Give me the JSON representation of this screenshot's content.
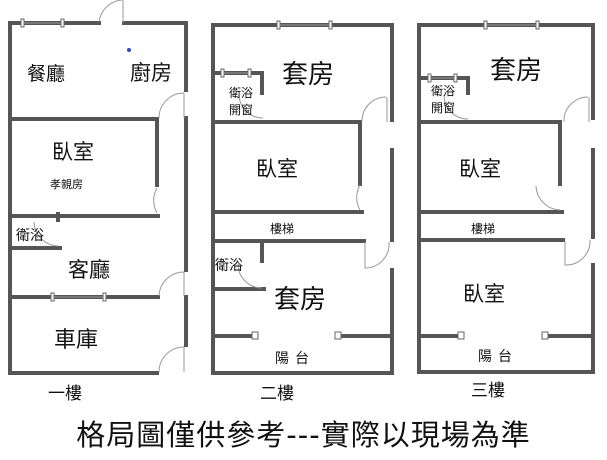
{
  "floors": [
    {
      "name": "一樓",
      "rooms": {
        "dining": "餐廳",
        "kitchen": "廚房",
        "bedroom": "臥室",
        "bedroom_note": "孝親房",
        "bath": "衛浴",
        "living": "客廳",
        "garage": "車庫"
      }
    },
    {
      "name": "二樓",
      "rooms": {
        "suite_top": "套房",
        "bath_top": "衛浴",
        "bath_top_note": "開窗",
        "bedroom": "臥室",
        "stairs": "樓梯",
        "bath_bottom": "衛浴",
        "suite_bottom": "套房",
        "balcony": "陽台"
      }
    },
    {
      "name": "三樓",
      "rooms": {
        "suite_top": "套房",
        "bath_top": "衛浴",
        "bath_top_note": "開窗",
        "bedroom": "臥室",
        "stairs": "樓梯",
        "bedroom_bottom": "臥室",
        "balcony": "陽台"
      }
    }
  ],
  "caption": "格局圖僅供參考---實際以現場為準",
  "colors": {
    "wall": "#555555",
    "marker": "#3344cc"
  }
}
